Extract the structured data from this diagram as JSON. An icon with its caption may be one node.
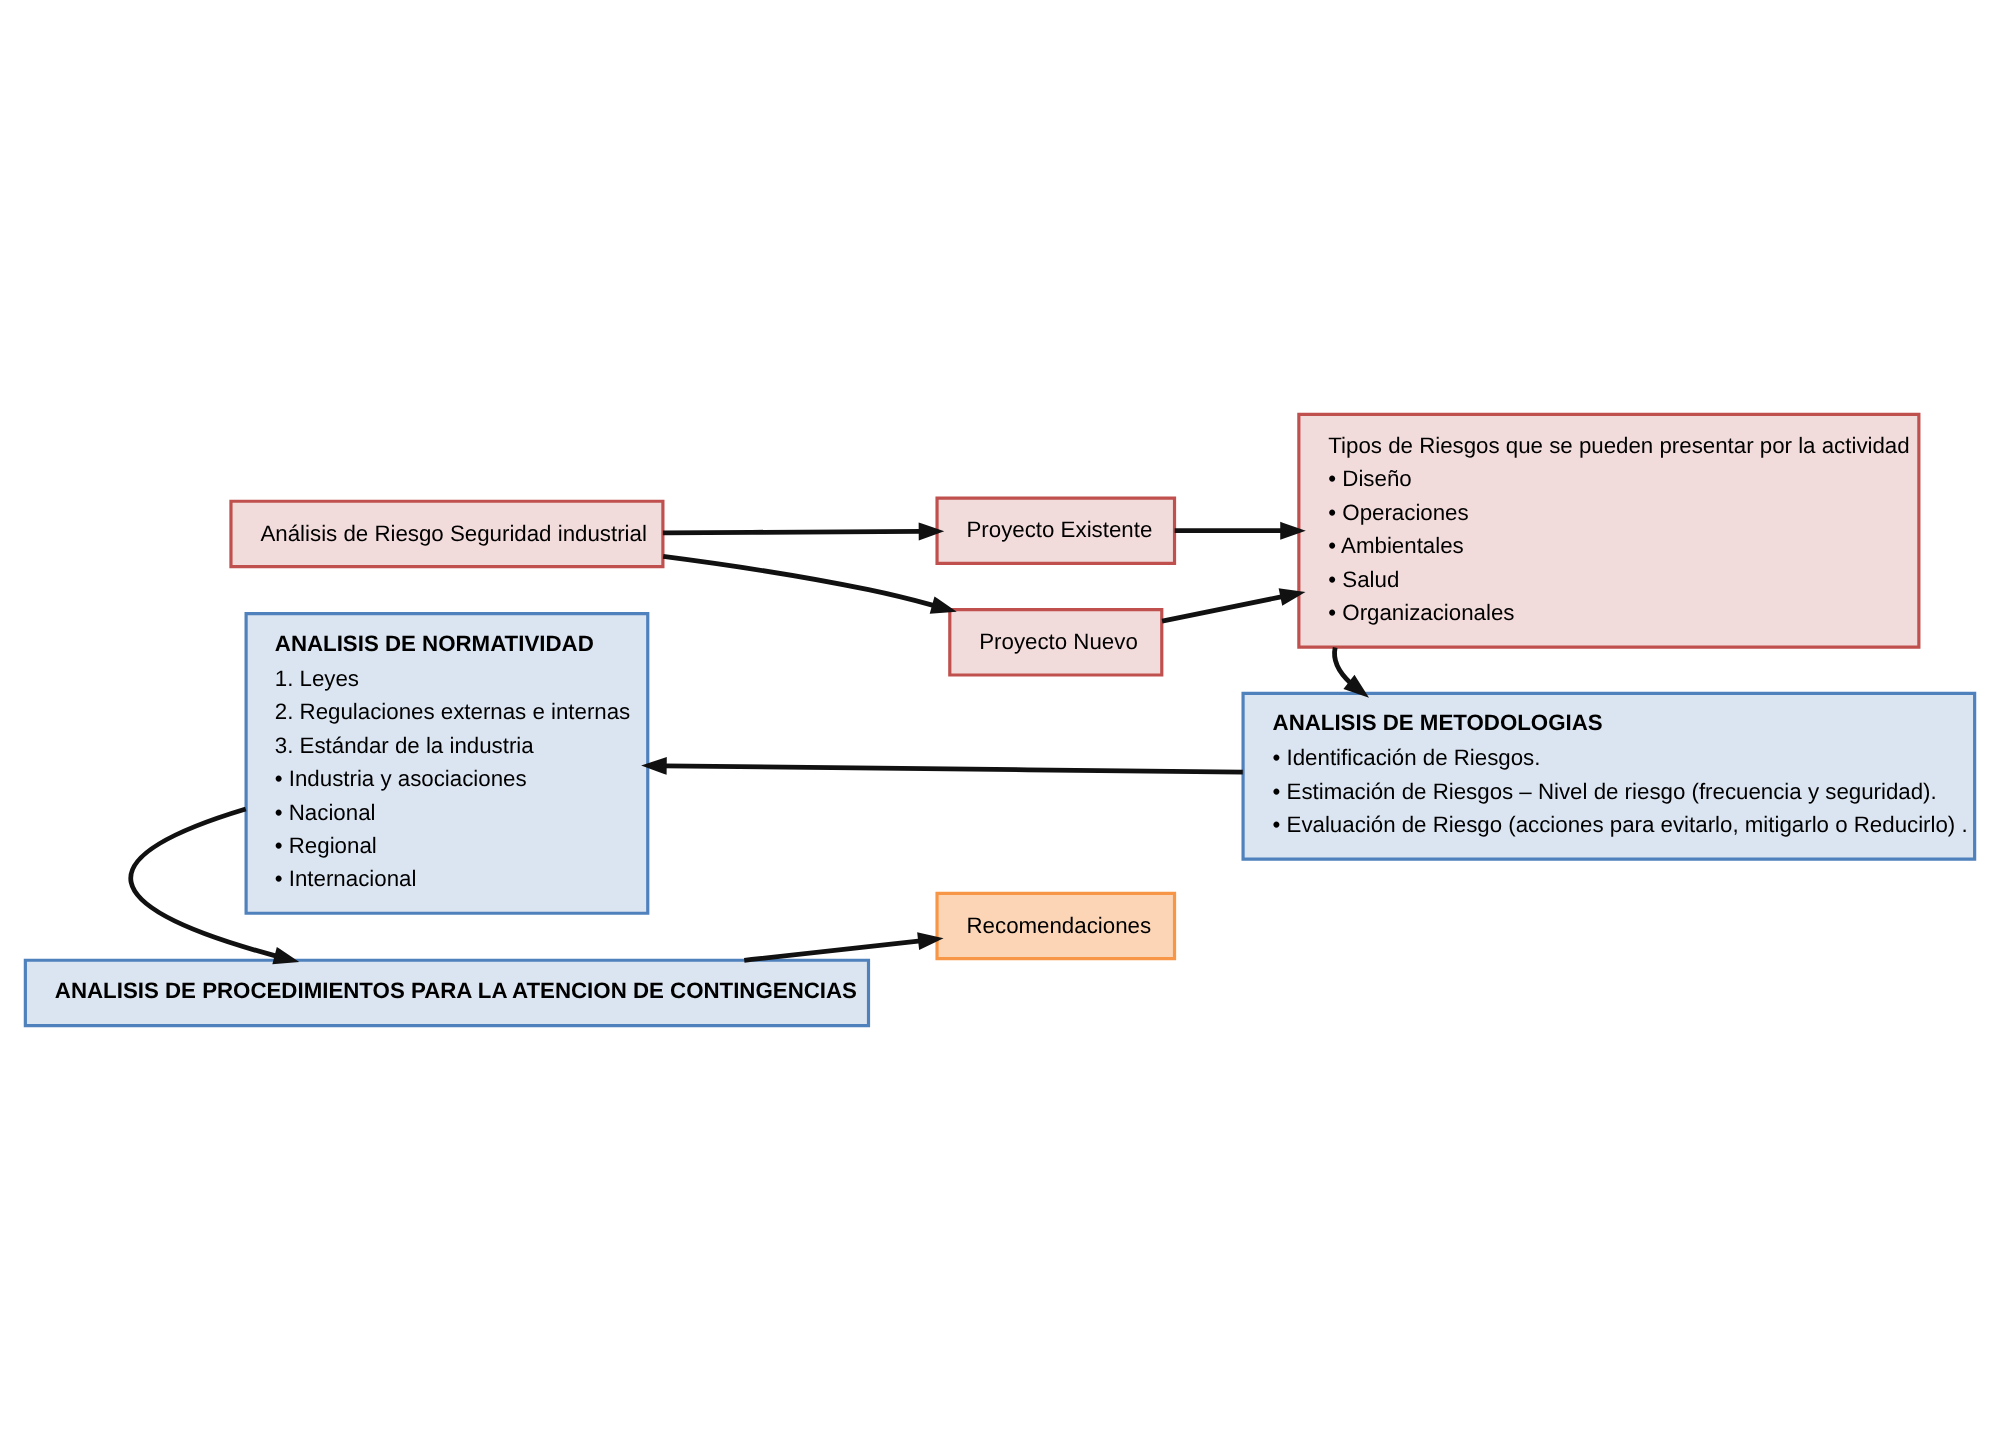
{
  "diagram": {
    "nodes": [
      {
        "text": [
          "Análisis de Riesgo Seguridad industrial"
        ]
      },
      {
        "text": [
          "Proyecto Existente"
        ]
      },
      {
        "text": [
          "Proyecto Nuevo"
        ]
      },
      {
        "text": [
          "Tipos de Riesgos que se pueden presentar por la actividad",
          "• Diseño",
          "• Operaciones",
          "• Ambientales",
          "• Salud",
          "• Organizacionales"
        ]
      },
      {
        "text": [
          "ANALISIS DE NORMATIVIDAD",
          "1. Leyes",
          "2. Regulaciones externas e internas",
          "3. Estándar de la industria",
          "• Industria y asociaciones",
          "• Nacional",
          "• Regional",
          "• Internacional"
        ]
      },
      {
        "text": [
          "ANALISIS DE METODOLOGIAS",
          "• Identificación de Riesgos.",
          "• Estimación de Riesgos – Nivel de riesgo (frecuencia y seguridad).",
          "• Evaluación de Riesgo (acciones para evitarlo, mitigarlo o Reducirlo) ."
        ]
      },
      {
        "text": [
          "ANALISIS DE PROCEDIMIENTOS PARA LA ATENCION DE CONTINGENCIAS"
        ]
      },
      {
        "text": [
          "Recomendaciones"
        ]
      }
    ],
    "edges": [
      {
        "from": 0,
        "to": 1,
        "arrow": "to"
      },
      {
        "from": 0,
        "to": 2,
        "arrow": "to"
      },
      {
        "from": 1,
        "to": 3,
        "arrow": "to"
      },
      {
        "from": 2,
        "to": 3,
        "arrow": "to"
      },
      {
        "from": 3,
        "to": 5,
        "arrow": "to"
      },
      {
        "from": 5,
        "to": 4,
        "arrow": "to"
      },
      {
        "from": 4,
        "to": 6,
        "arrow": "to"
      },
      {
        "from": 6,
        "to": 7,
        "arrow": "to"
      }
    ]
  }
}
